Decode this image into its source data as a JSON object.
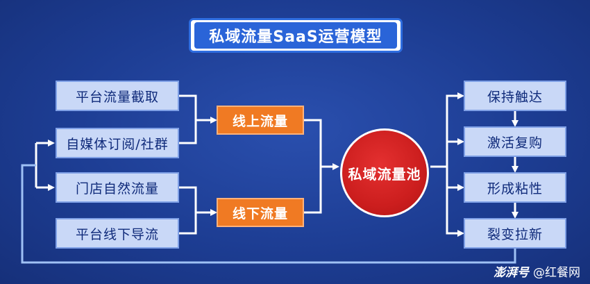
{
  "title": "私域流量SaaS运营模型",
  "sources": [
    "平台流量截取",
    "自媒体订阅/社群",
    "门店自然流量",
    "平台线下导流"
  ],
  "channels": {
    "online": "线上流量",
    "offline": "线下流量"
  },
  "pool": "私域流量池",
  "stages": [
    "保持触达",
    "激活复购",
    "形成粘性",
    "裂变拉新"
  ],
  "watermark": {
    "brand": "澎湃号",
    "account": "@红餐网"
  },
  "colors": {
    "background": "#1d3d93",
    "box_fill": "#c9d8f7",
    "channel_fill": "#f07a23",
    "pool_fill": "#cc1e1e",
    "connector": "#9fc1f5"
  }
}
